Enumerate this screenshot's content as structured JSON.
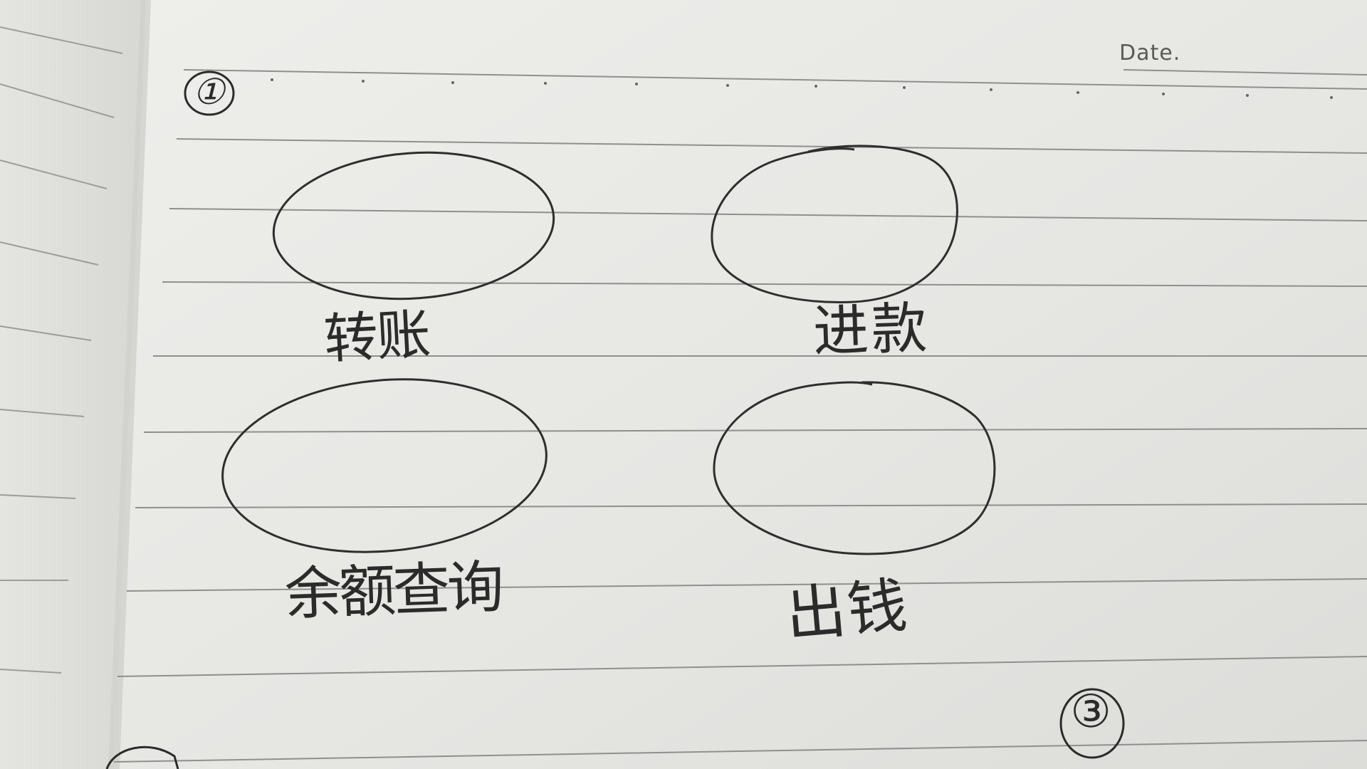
{
  "page": {
    "date_label": "Date.",
    "section_marker_top": "①",
    "section_marker_bottom": "③"
  },
  "buttons": [
    {
      "id": "transfer",
      "label": "转账"
    },
    {
      "id": "deposit",
      "label": "进款"
    },
    {
      "id": "balance_inquiry",
      "label": "余额查询"
    },
    {
      "id": "withdraw",
      "label": "出钱"
    }
  ],
  "colors": {
    "paper": "#e9e9e6",
    "ink": "#2b2b2b",
    "rule_line": "#9a9a98"
  }
}
